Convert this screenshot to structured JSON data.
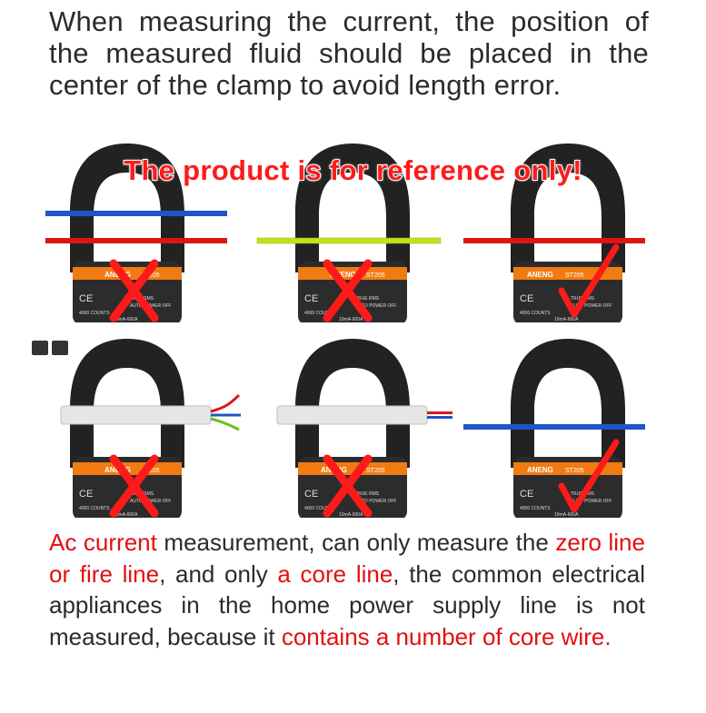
{
  "heading": "When measuring the current, the position of the measured fluid should be placed in the center of the clamp to avoid length error.",
  "disclaimer": "The product is for reference only!",
  "meter": {
    "brand": "ANENG",
    "model": "ST205",
    "ce_mark": "CE",
    "counts": "4000 COUNTS",
    "rms": "TRUE RMS",
    "auto_power": "AUTO POWER OFF",
    "range": "10mA-600A"
  },
  "panels": [
    {
      "wire": "blue-and-red-cables",
      "verdict": "incorrect"
    },
    {
      "wire": "yellow-green-cable",
      "verdict": "incorrect"
    },
    {
      "wire": "red-cable",
      "verdict": "correct"
    },
    {
      "wire": "multi-core-sheathed-cable",
      "verdict": "incorrect"
    },
    {
      "wire": "sheathed-two-core-cable",
      "verdict": "incorrect"
    },
    {
      "wire": "blue-cable",
      "verdict": "correct"
    }
  ],
  "body": {
    "p1": "Ac current",
    "p2": " measurement, can only measure the ",
    "p3": "zero line or fire line",
    "p4": ", and only ",
    "p5": "a core line",
    "p6": ", the common electrical appliances in the home power supply line is not measured, because it ",
    "p7": "contains a number of core wire."
  },
  "colors": {
    "wire_blue": "#1f55c8",
    "wire_red": "#e01414",
    "wire_yellow_green": "#c6e01b",
    "mark_red": "#ff1a1a",
    "text_red": "#e30f0f"
  }
}
